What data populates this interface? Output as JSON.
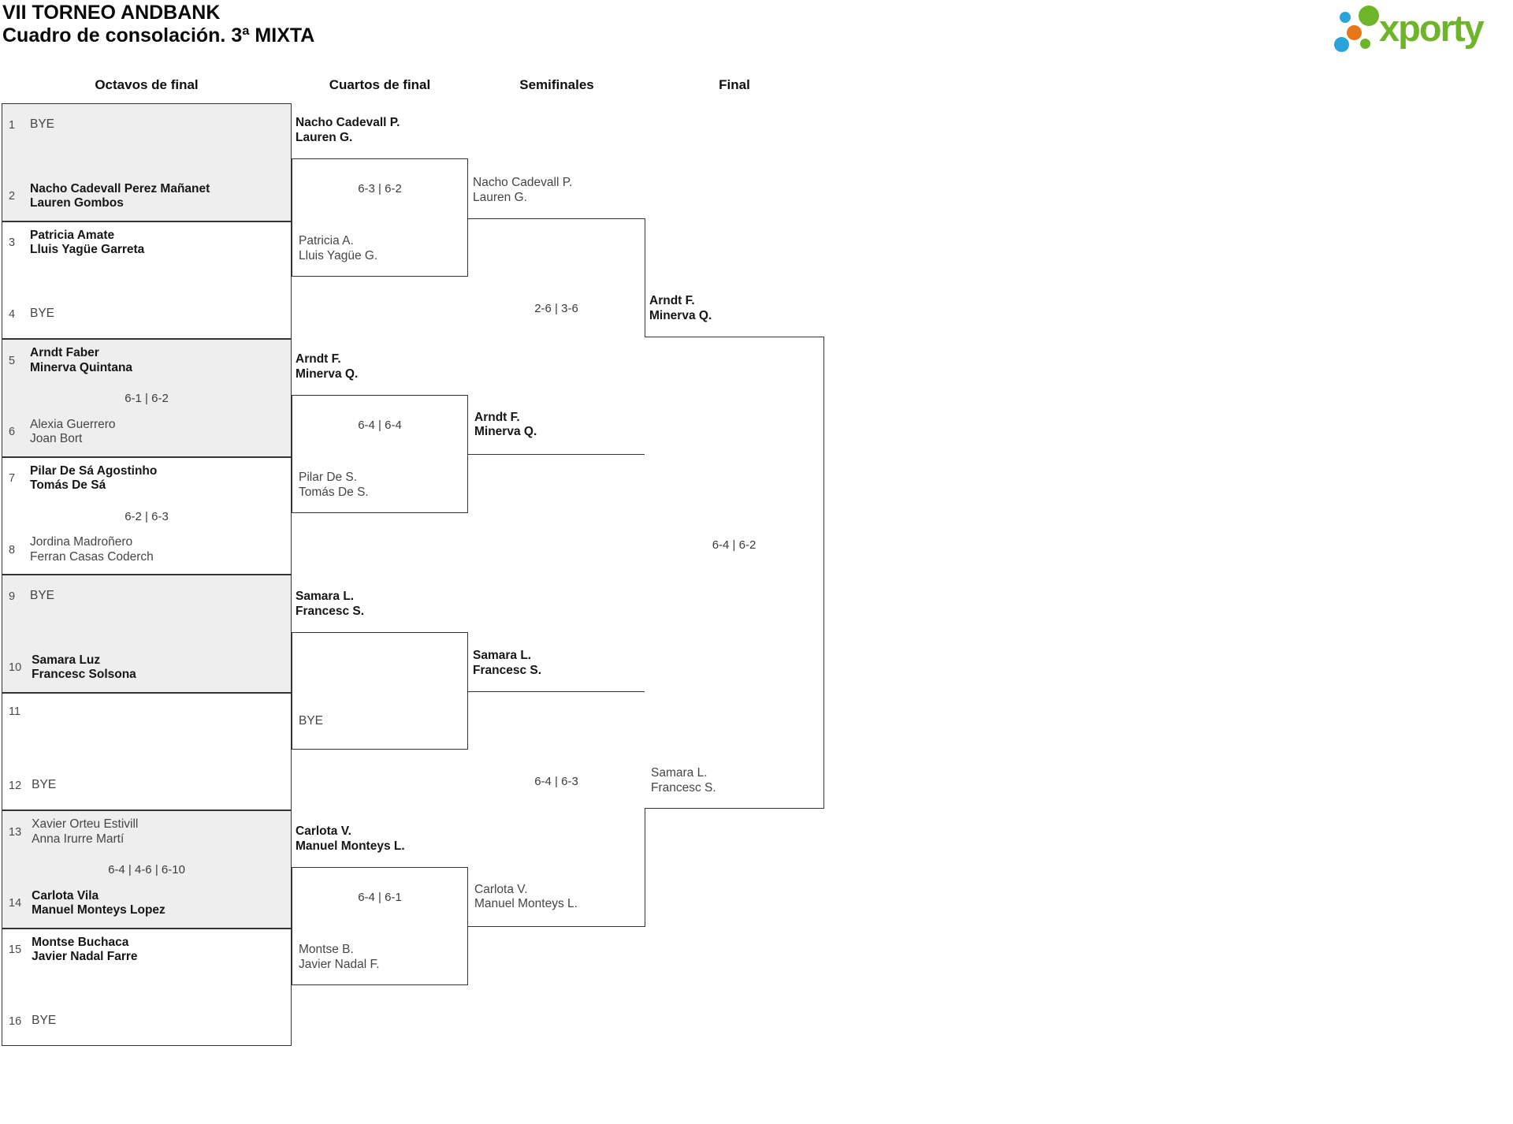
{
  "title": {
    "line1": "VII TORNEO ANDBANK",
    "line2": "Cuadro de consolación. 3ª MIXTA"
  },
  "logo": {
    "brand": "xporty",
    "green": "#6fb52a",
    "blue": "#2aa3db",
    "orange": "#e67717"
  },
  "round_headers": {
    "r16": "Octavos de final",
    "qf": "Cuartos de final",
    "sf": "Semifinales",
    "final": "Final"
  },
  "r16": [
    {
      "seed_a": "1",
      "a1": "BYE",
      "seed_b": "2",
      "b1": "Nacho Cadevall Perez Mañanet",
      "b2": "Lauren Gombos"
    },
    {
      "seed_a": "3",
      "a1": "Patricia Amate",
      "a2": "Lluis Yagüe Garreta",
      "seed_b": "4",
      "b1": "BYE"
    },
    {
      "seed_a": "5",
      "a1": "Arndt Faber",
      "a2": "Minerva Quintana",
      "score": "6-1 | 6-2",
      "seed_b": "6",
      "b1": "Alexia Guerrero",
      "b2": "Joan Bort"
    },
    {
      "seed_a": "7",
      "a1": "Pilar De Sá Agostinho",
      "a2": "Tomás De Sá",
      "score": "6-2 | 6-3",
      "seed_b": "8",
      "b1": "Jordina Madroñero",
      "b2": "Ferran Casas Coderch"
    },
    {
      "seed_a": "9",
      "a1": "BYE",
      "seed_b": "10",
      "b1": "Samara Luz",
      "b2": "Francesc Solsona"
    },
    {
      "seed_a": "11",
      "seed_b": "12",
      "b1": "BYE"
    },
    {
      "seed_a": "13",
      "a1": "Xavier Orteu Estivill",
      "a2": "Anna Irurre Martí",
      "score": "6-4 | 4-6 | 6-10",
      "seed_b": "14",
      "b1": "Carlota Vila",
      "b2": "Manuel Monteys Lopez"
    },
    {
      "seed_a": "15",
      "a1": "Montse Buchaca",
      "a2": "Javier Nadal Farre",
      "seed_b": "16",
      "b1": "BYE"
    }
  ],
  "qf": [
    {
      "top1": "Nacho Cadevall P.",
      "top2": "Lauren G.",
      "score": "6-3 | 6-2",
      "bot1": "Patricia A.",
      "bot2": "Lluis Yagüe G."
    },
    {
      "top1": "Arndt F.",
      "top2": "Minerva Q.",
      "score": "6-4 | 6-4",
      "bot1": "Pilar De S.",
      "bot2": "Tomás De S."
    },
    {
      "top1": "Samara L.",
      "top2": "Francesc S.",
      "bot1": "BYE"
    },
    {
      "top1": "Carlota V.",
      "top2": "Manuel Monteys L.",
      "score": "6-4 | 6-1",
      "bot1": "Montse B.",
      "bot2": "Javier Nadal F."
    }
  ],
  "sf": [
    {
      "top1": "Nacho Cadevall P.",
      "top2": "Lauren G.",
      "score": "2-6 | 3-6",
      "bot1": "Arndt F.",
      "bot2": "Minerva Q."
    },
    {
      "top1": "Samara L.",
      "top2": "Francesc S.",
      "score": "6-4 | 6-3",
      "bot1": "Carlota V.",
      "bot2": "Manuel Monteys L."
    }
  ],
  "final": {
    "top1": "Arndt F.",
    "top2": "Minerva Q.",
    "score": "6-4 | 6-2",
    "bot1": "Samara L.",
    "bot2": "Francesc S."
  }
}
